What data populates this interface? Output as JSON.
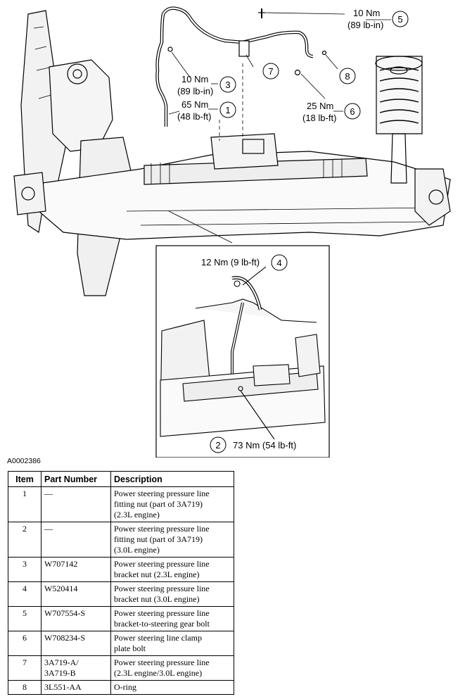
{
  "callouts": [
    {
      "num": "1",
      "lines": [
        "65 Nm",
        "(48 lb-ft)"
      ]
    },
    {
      "num": "2",
      "lines": [
        "73 Nm (54 lb-ft)"
      ]
    },
    {
      "num": "3",
      "lines": [
        "10 Nm",
        "(89 lb-in)"
      ]
    },
    {
      "num": "4",
      "lines": [
        "12 Nm (9 lb-ft)"
      ]
    },
    {
      "num": "5",
      "lines": [
        "10 Nm",
        "(89 lb-in)"
      ]
    },
    {
      "num": "6",
      "lines": [
        "25 Nm",
        "(18 lb-ft)"
      ]
    },
    {
      "num": "7",
      "lines": []
    },
    {
      "num": "8",
      "lines": []
    }
  ],
  "figure_id": "A0002386",
  "table": {
    "headers": [
      "Item",
      "Part Number",
      "Description"
    ],
    "rows": [
      {
        "item": "1",
        "part": "—",
        "desc": [
          "Power steering pressure line",
          "fitting nut (part of 3A719)",
          "(2.3L engine)"
        ]
      },
      {
        "item": "2",
        "part": "—",
        "desc": [
          "Power steering pressure line",
          "fitting nut (part of 3A719)",
          "(3.0L engine)"
        ]
      },
      {
        "item": "3",
        "part": "W707142",
        "desc": [
          "Power steering pressure line",
          "bracket nut (2.3L engine)"
        ]
      },
      {
        "item": "4",
        "part": "W520414",
        "desc": [
          "Power steering pressure line",
          "bracket nut (3.0L engine)"
        ]
      },
      {
        "item": "5",
        "part": "W707554-S",
        "desc": [
          "Power steering pressure line",
          "bracket-to-steering gear bolt"
        ]
      },
      {
        "item": "6",
        "part": "W708234-S",
        "desc": [
          "Power steering line clamp",
          "plate bolt"
        ]
      },
      {
        "item": "7",
        "part": "3A719-A/\n3A719-B",
        "desc": [
          "Power steering pressure line",
          "(2.3L engine/3.0L engine)"
        ]
      },
      {
        "item": "8",
        "part": "3L551-AA",
        "desc": [
          "O-ring"
        ]
      }
    ]
  }
}
